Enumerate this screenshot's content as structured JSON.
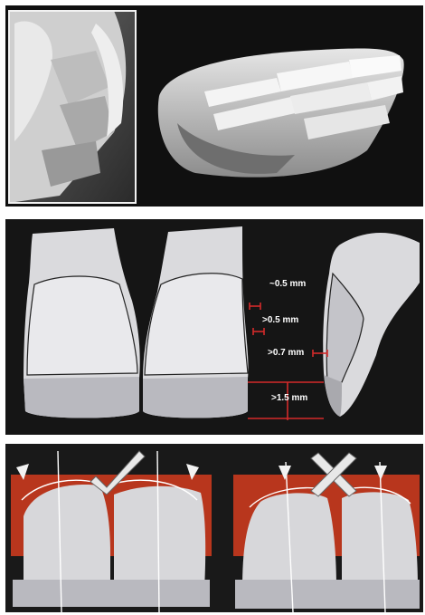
{
  "measurements": {
    "m1": "~0.5 mm",
    "m2": ">0.5 mm",
    "m3": ">0.7 mm",
    "m4": ">1.5 mm"
  },
  "colors": {
    "background": "#141414",
    "tooth": "#d9d9dc",
    "incisal_zone": "#b8b8be",
    "measure_red": "#d42a2a",
    "gingiva_red": "#b8361d"
  },
  "icons": {
    "approve": "checkmark-icon",
    "reject": "cross-icon"
  }
}
